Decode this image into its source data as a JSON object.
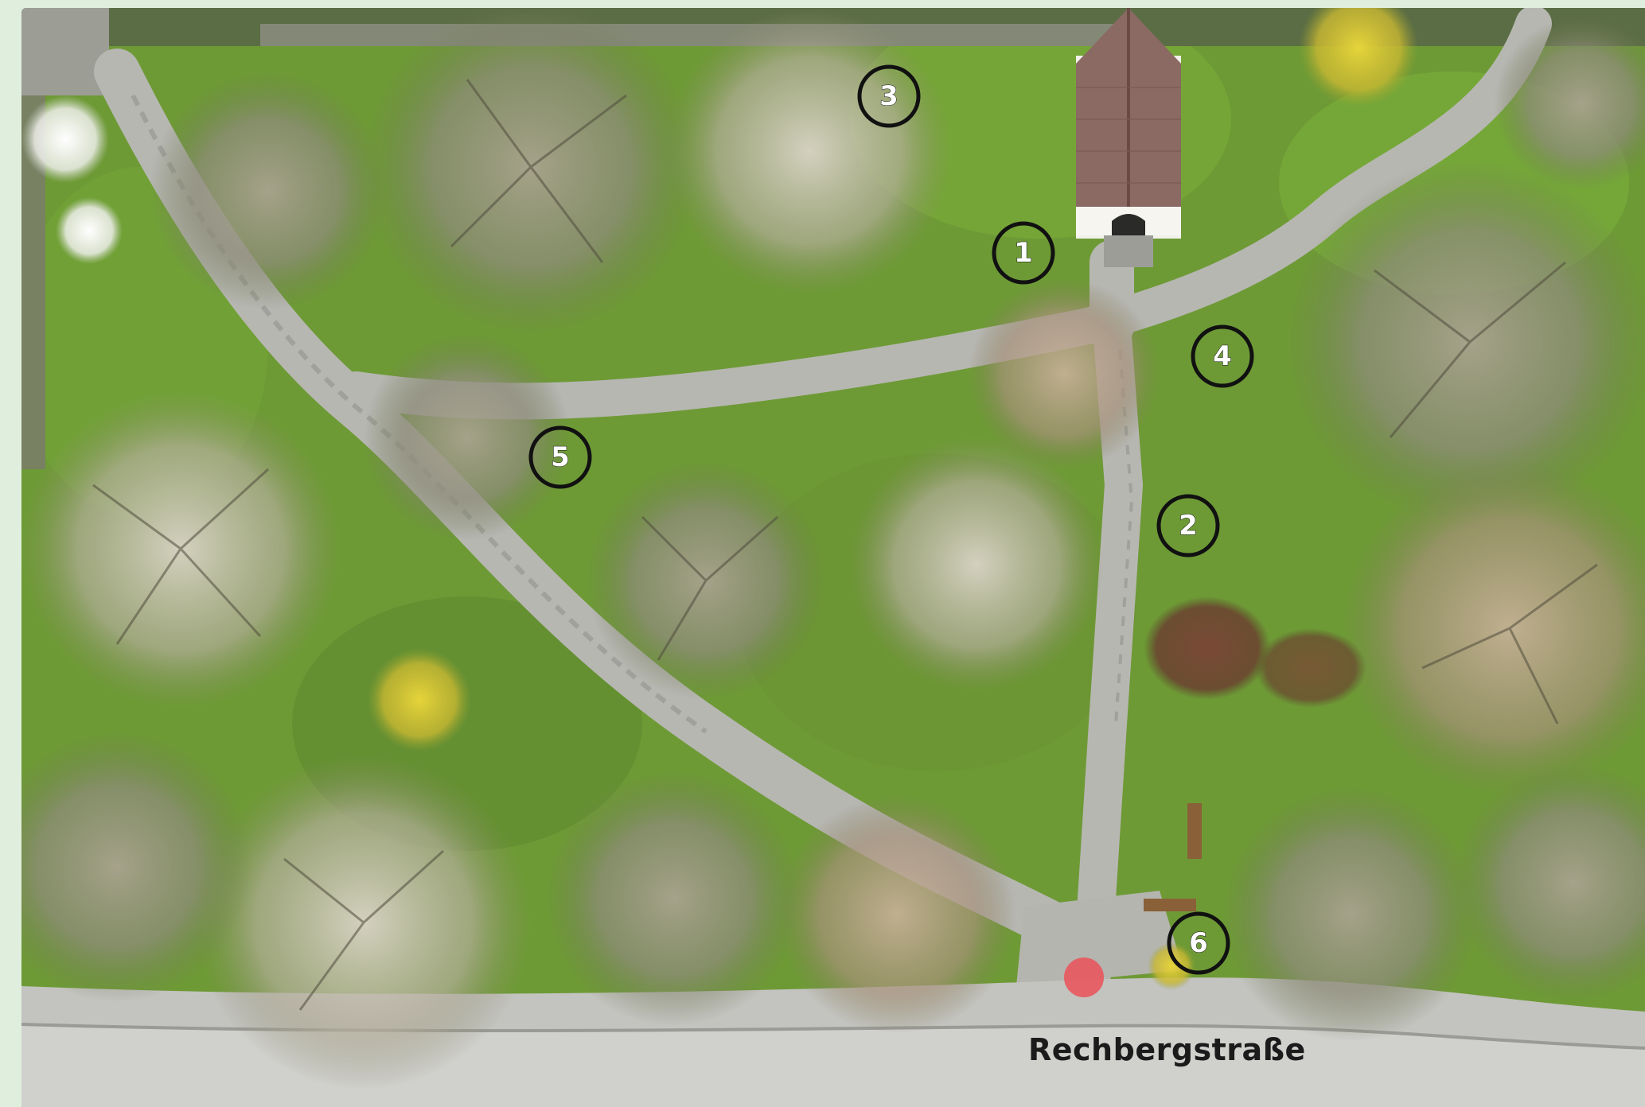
{
  "map": {
    "street_name": "Rechbergstraße",
    "markers": [
      {
        "label": "1"
      },
      {
        "label": "2"
      },
      {
        "label": "3"
      },
      {
        "label": "4"
      },
      {
        "label": "5"
      },
      {
        "label": "6"
      }
    ],
    "start_point_color": "#e8585e",
    "marker_ring_color": "#111111",
    "lawn_color": "#6e9a36",
    "path_color": "#b9b9b4",
    "road_color": "#cfcfcc"
  }
}
